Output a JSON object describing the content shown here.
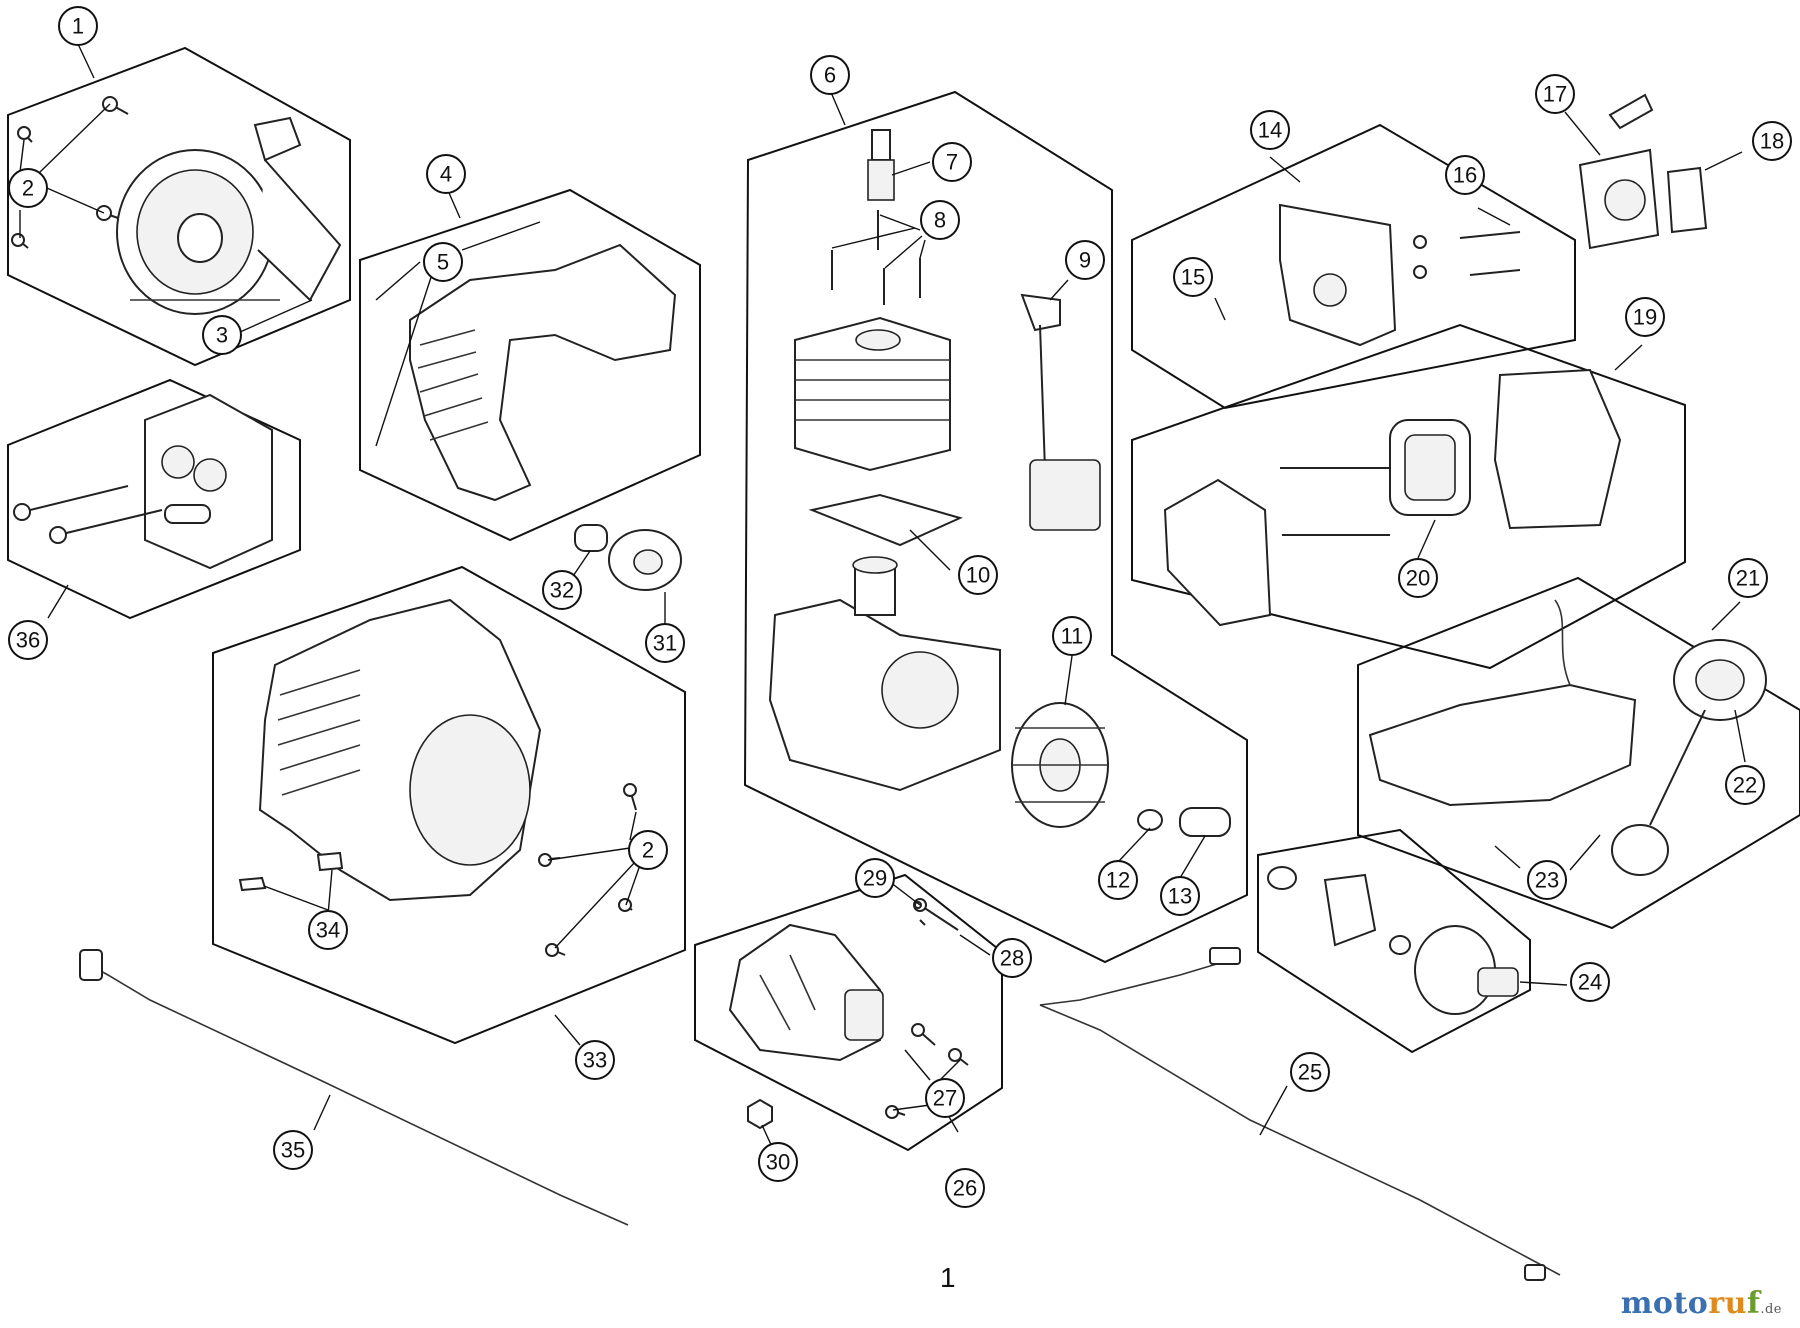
{
  "diagram": {
    "page_number": "1",
    "watermark": {
      "part1": "moto",
      "part2": "ru",
      "part3": "f",
      "tld": ".de"
    },
    "callouts": [
      "1",
      "2",
      "3",
      "4",
      "5",
      "6",
      "7",
      "8",
      "9",
      "10",
      "11",
      "12",
      "13",
      "14",
      "15",
      "16",
      "17",
      "18",
      "19",
      "20",
      "21",
      "22",
      "23",
      "24",
      "25",
      "26",
      "27",
      "28",
      "29",
      "30",
      "31",
      "32",
      "33",
      "34",
      "35",
      "36",
      "2"
    ],
    "colors": {
      "line": "#111111",
      "brand_blue": "#3a6fb0",
      "brand_orange": "#e08a1e",
      "brand_green": "#6b9c2e"
    }
  }
}
